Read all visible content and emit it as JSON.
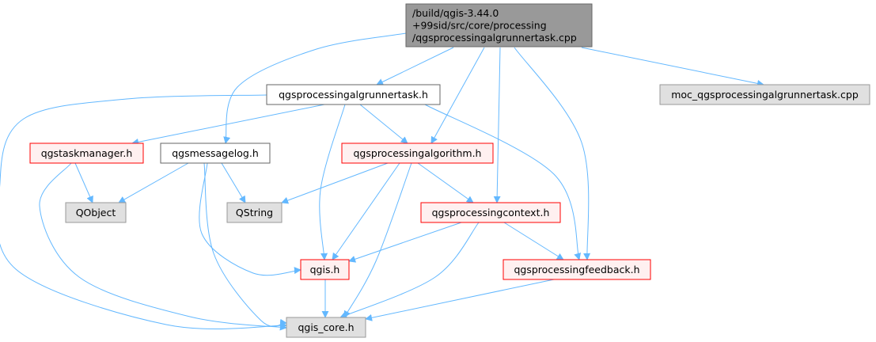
{
  "graph": {
    "colors": {
      "edge": "#63b8ff",
      "root_fill": "#999999",
      "root_border": "#666666",
      "plain_fill": "#ffffff",
      "plain_border": "#666666",
      "red_fill": "#fff0f0",
      "red_border": "#ff0000",
      "ext_fill": "#e0e0e0",
      "ext_border": "#999999"
    },
    "nodes": [
      {
        "id": "root",
        "style": "root",
        "lines": [
          "/build/qgis-3.44.0",
          "+99sid/src/core/processing",
          "/qgsprocessingalgrunnertask.cpp"
        ]
      },
      {
        "id": "algrunnertask_h",
        "style": "plain",
        "lines": [
          "qgsprocessingalgrunnertask.h"
        ]
      },
      {
        "id": "moc",
        "style": "ext",
        "lines": [
          "moc_qgsprocessingalgrunnertask.cpp"
        ]
      },
      {
        "id": "taskmanager",
        "style": "red",
        "lines": [
          "qgstaskmanager.h"
        ]
      },
      {
        "id": "messagelog",
        "style": "plain",
        "lines": [
          "qgsmessagelog.h"
        ]
      },
      {
        "id": "algorithm",
        "style": "red",
        "lines": [
          "qgsprocessingalgorithm.h"
        ]
      },
      {
        "id": "qobject",
        "style": "ext",
        "lines": [
          "QObject"
        ]
      },
      {
        "id": "qstring",
        "style": "ext",
        "lines": [
          "QString"
        ]
      },
      {
        "id": "context",
        "style": "red",
        "lines": [
          "qgsprocessingcontext.h"
        ]
      },
      {
        "id": "qgis",
        "style": "red",
        "lines": [
          "qgis.h"
        ]
      },
      {
        "id": "feedback",
        "style": "red",
        "lines": [
          "qgsprocessingfeedback.h"
        ]
      },
      {
        "id": "qgis_core",
        "style": "ext",
        "lines": [
          "qgis_core.h"
        ]
      }
    ],
    "edges": [
      {
        "from": "root",
        "to": "algrunnertask_h"
      },
      {
        "from": "root",
        "to": "moc"
      },
      {
        "from": "root",
        "to": "messagelog"
      },
      {
        "from": "root",
        "to": "algorithm"
      },
      {
        "from": "root",
        "to": "context"
      },
      {
        "from": "root",
        "to": "feedback"
      },
      {
        "from": "algrunnertask_h",
        "to": "taskmanager"
      },
      {
        "from": "algrunnertask_h",
        "to": "algorithm"
      },
      {
        "from": "algrunnertask_h",
        "to": "qgis"
      },
      {
        "from": "algrunnertask_h",
        "to": "feedback"
      },
      {
        "from": "algrunnertask_h",
        "to": "qgis_core"
      },
      {
        "from": "taskmanager",
        "to": "qobject"
      },
      {
        "from": "taskmanager",
        "to": "qgis_core"
      },
      {
        "from": "messagelog",
        "to": "qobject"
      },
      {
        "from": "messagelog",
        "to": "qstring"
      },
      {
        "from": "messagelog",
        "to": "qgis"
      },
      {
        "from": "messagelog",
        "to": "qgis_core"
      },
      {
        "from": "algorithm",
        "to": "qstring"
      },
      {
        "from": "algorithm",
        "to": "context"
      },
      {
        "from": "algorithm",
        "to": "qgis"
      },
      {
        "from": "algorithm",
        "to": "qgis_core"
      },
      {
        "from": "context",
        "to": "qgis"
      },
      {
        "from": "context",
        "to": "feedback"
      },
      {
        "from": "context",
        "to": "qgis_core"
      },
      {
        "from": "qgis",
        "to": "qgis_core"
      },
      {
        "from": "feedback",
        "to": "qgis_core"
      }
    ]
  }
}
